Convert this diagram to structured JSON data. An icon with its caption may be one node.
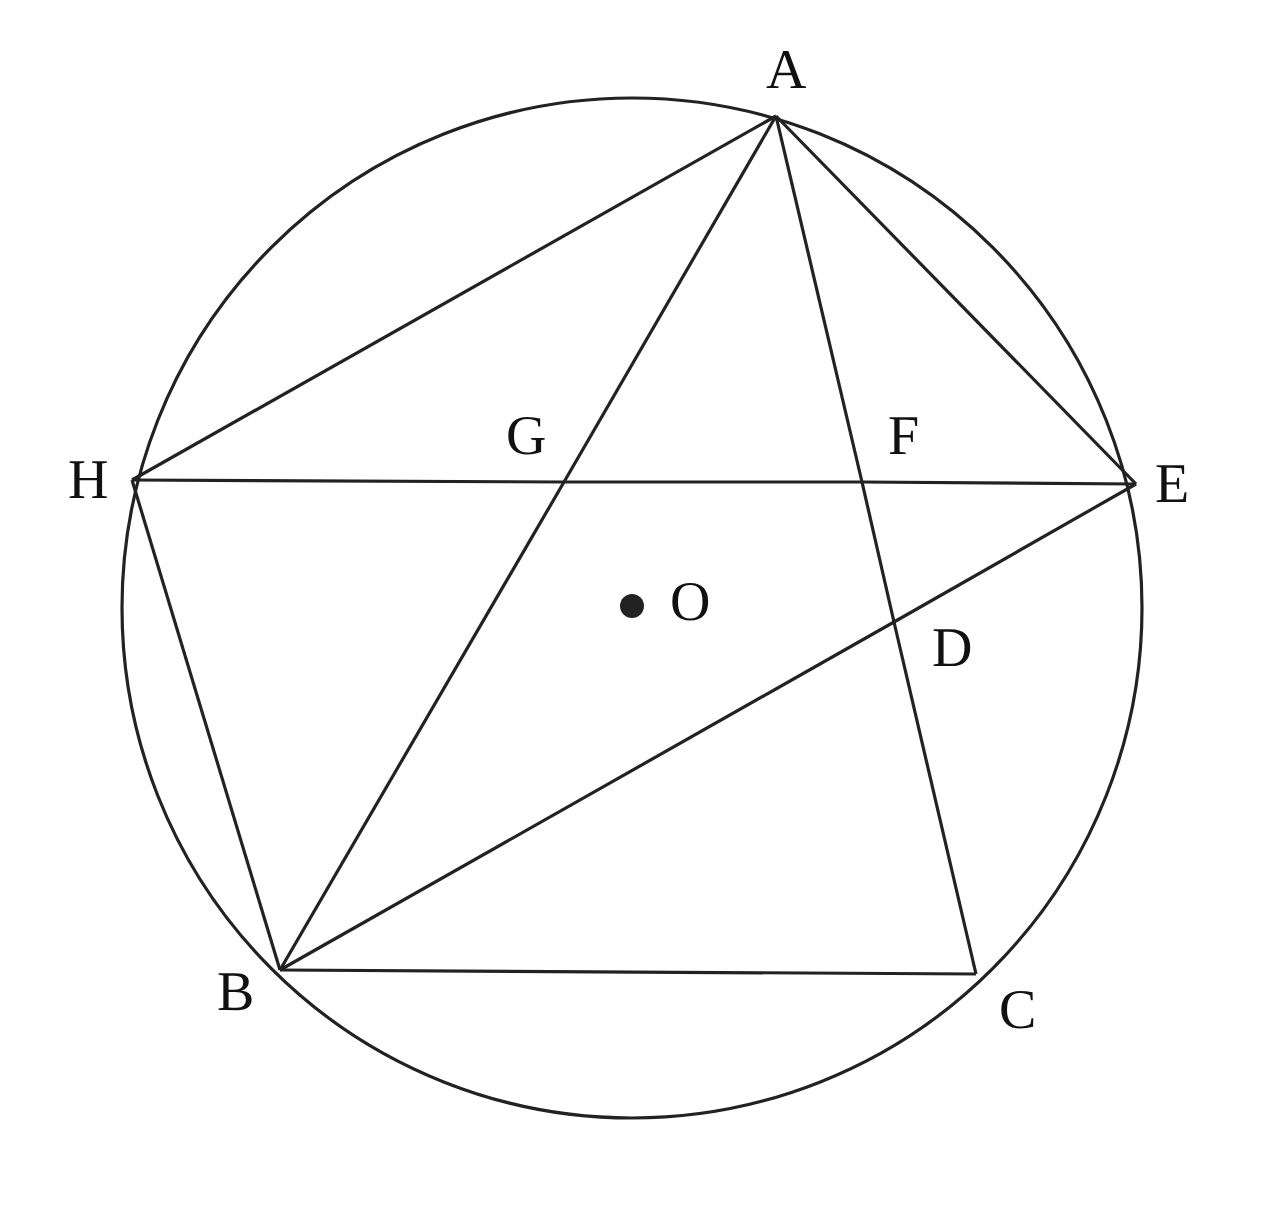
{
  "diagram": {
    "nodes": [
      {
        "text": [
          "A"
        ]
      },
      {
        "text": [
          "H"
        ]
      },
      {
        "text": [
          "G"
        ]
      },
      {
        "text": [
          "F"
        ]
      },
      {
        "text": [
          "E"
        ]
      },
      {
        "text": [
          "O"
        ]
      },
      {
        "text": [
          "D"
        ]
      },
      {
        "text": [
          "B"
        ]
      },
      {
        "text": [
          "C"
        ]
      }
    ],
    "edges": [
      {
        "from": 0,
        "to": 1,
        "arrow": "none"
      },
      {
        "from": 0,
        "to": 4,
        "arrow": "none"
      },
      {
        "from": 0,
        "to": 2,
        "arrow": "none"
      },
      {
        "from": 2,
        "to": 7,
        "arrow": "none"
      },
      {
        "from": 0,
        "to": 3,
        "arrow": "none"
      },
      {
        "from": 3,
        "to": 6,
        "arrow": "none"
      },
      {
        "from": 6,
        "to": 8,
        "arrow": "none"
      },
      {
        "from": 1,
        "to": 2,
        "arrow": "none"
      },
      {
        "from": 2,
        "to": 3,
        "arrow": "none"
      },
      {
        "from": 3,
        "to": 4,
        "arrow": "none"
      },
      {
        "from": 1,
        "to": 7,
        "arrow": "none"
      },
      {
        "from": 7,
        "to": 6,
        "arrow": "none"
      },
      {
        "from": 6,
        "to": 4,
        "arrow": "none"
      },
      {
        "from": 7,
        "to": 8,
        "arrow": "none"
      }
    ]
  }
}
